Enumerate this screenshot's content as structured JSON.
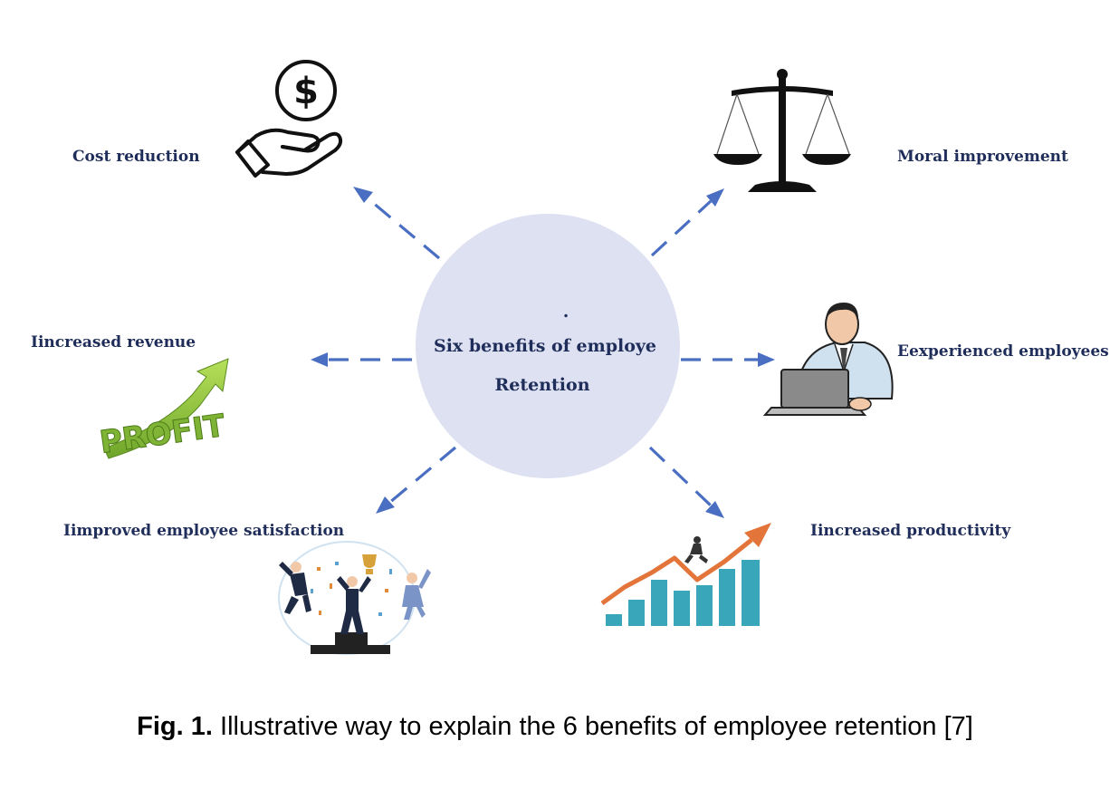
{
  "center": {
    "dot": ".",
    "line1": "Six  benefits of employe",
    "line2": "Retention",
    "fill": "#dde1f1"
  },
  "benefits": [
    {
      "id": "cost",
      "label": "Cost reduction",
      "icon": "hand-dollar-icon"
    },
    {
      "id": "moral",
      "label": "Moral improvement",
      "icon": "scales-icon"
    },
    {
      "id": "revenue",
      "label": "Iincreased revenue",
      "icon": "profit-arrow-icon"
    },
    {
      "id": "experienced",
      "label": "Eexperienced employees",
      "icon": "employee-laptop-icon"
    },
    {
      "id": "satisfaction",
      "label": "Iimproved employee satisfaction",
      "icon": "celebrating-people-icon"
    },
    {
      "id": "productivity",
      "label": "Iincreased productivity",
      "icon": "growth-chart-icon"
    }
  ],
  "icon_text": {
    "profit": "PROFIT"
  },
  "caption": {
    "prefix": "Fig. 1.",
    "text": " Illustrative way to explain the 6 benefits of employee retention [7]"
  },
  "colors": {
    "arrow": "#4a6fc2",
    "label": "#1f2d5a",
    "profit": "#8cc63f",
    "bars": "#3aa6b9",
    "trend": "#e3743a"
  }
}
